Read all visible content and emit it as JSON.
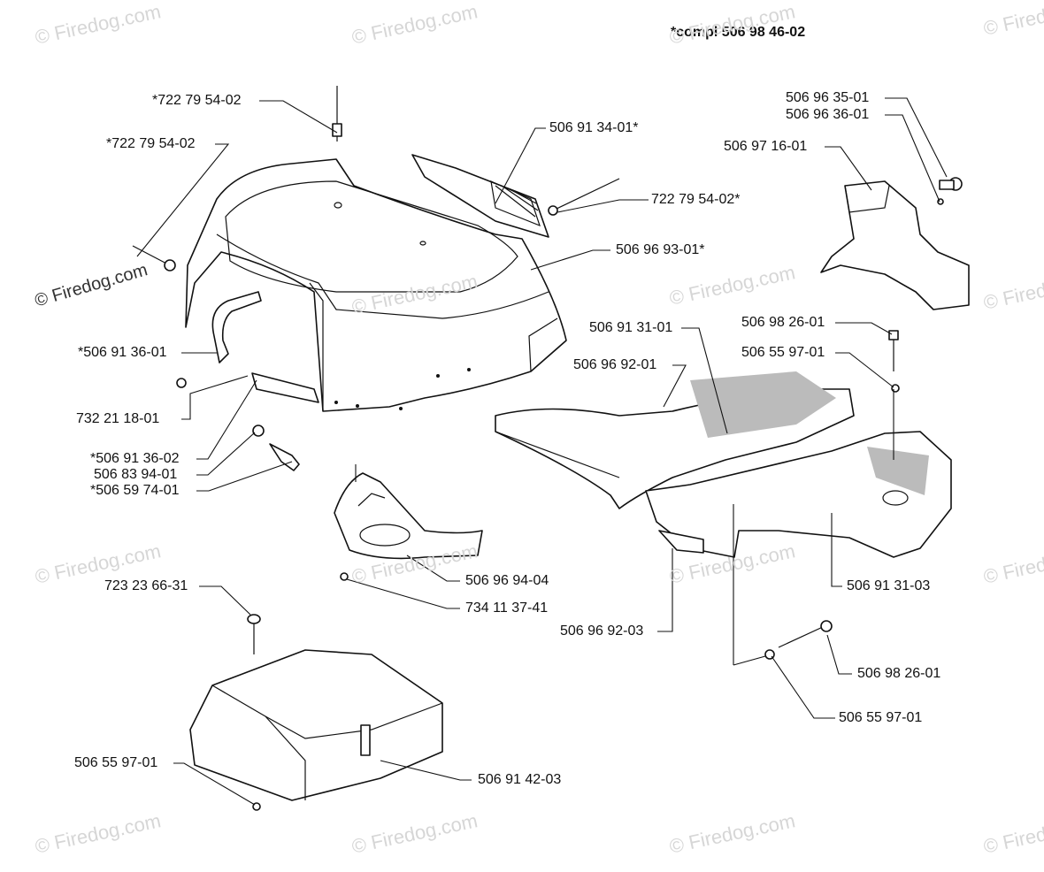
{
  "title": "*compl 506 98 46-02",
  "watermark": "© Firedog.com",
  "watermark_overlay": "© Firedog.com",
  "labels": {
    "l1": "*722 79 54-02",
    "l2": "*722 79 54-02",
    "l3": "506 91 34-01*",
    "l4": "722 79 54-02*",
    "l5": "506 96 93-01*",
    "l6": "506 96 35-01",
    "l7": "506 96 36-01",
    "l8": "506 97 16-01",
    "l9": "*506 91 36-01",
    "l10": "732 21 18-01",
    "l11": "*506 91 36-02",
    "l12": "506 83 94-01",
    "l13": "*506 59 74-01",
    "l14": "506 98 26-01",
    "l15": "506 55 97-01",
    "l16": "506 91 31-01",
    "l17": "506 96 92-01",
    "l18": "506 96 94-04",
    "l19": "734 11 37-41",
    "l20": "723 23 66-31",
    "l21": "506 96 92-03",
    "l22": "506 91 31-03",
    "l23": "506 98 26-01",
    "l24": "506 55 97-01",
    "l25": "506 55 97-01",
    "l26": "506 91 42-03"
  }
}
